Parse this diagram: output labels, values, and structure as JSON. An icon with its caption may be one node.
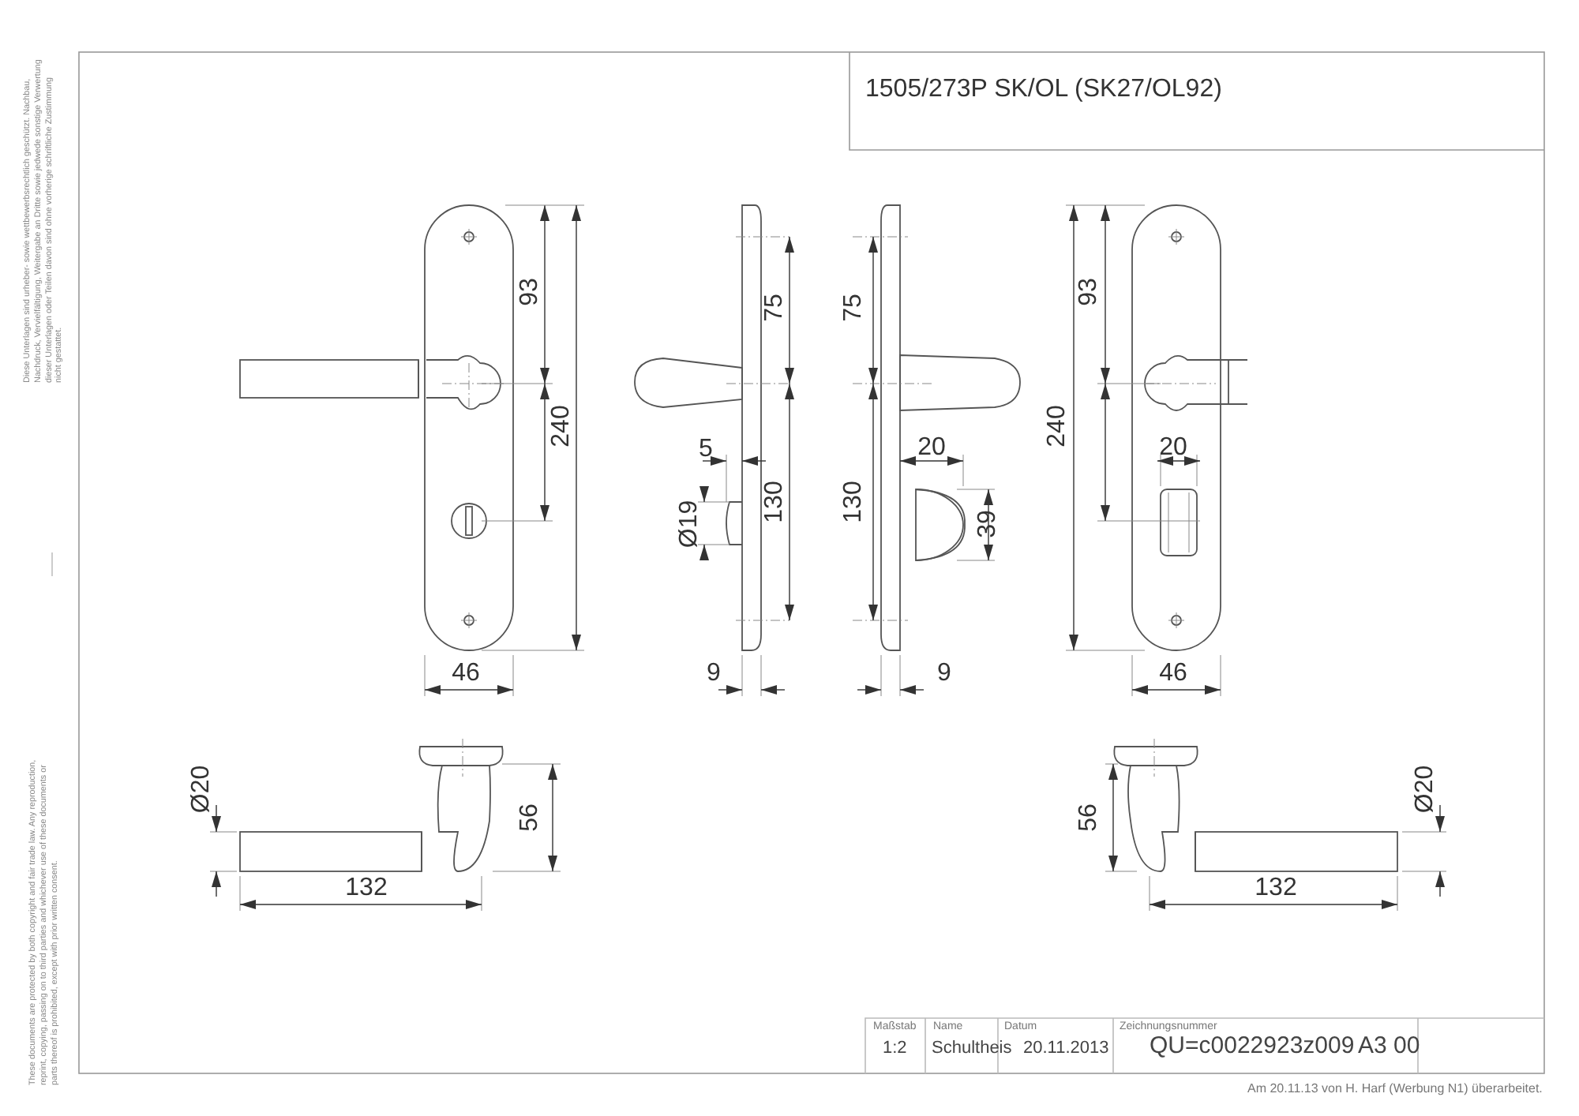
{
  "diagram": {
    "title": "1505/273P SK/OL (SK27/OL92)",
    "labels": [
      "Diese Unterlagen sind urheber- sowie wettbewerbsrechtlich geschützt. Nachbau, Nachdruck, Vervielfältigung, Weitergabe an Dritte sowie jedwede sonstige Verwertung dieser Unterlagen oder Teilen davon sind ohne vorherige schriftliche Zustimmung nicht gestattet.",
      "These documents are protected by both copyright and fair trade law. Any reproduction, reprint, copying, passing on to third parties and whichever use of these documents or parts thereof is prohibited, except with prior written consent.",
      "93",
      "240",
      "46",
      "75",
      "5",
      "Ø19",
      "130",
      "9",
      "75",
      "130",
      "20",
      "39",
      "9",
      "240",
      "93",
      "20",
      "46",
      "Ø20",
      "56",
      "132",
      "56",
      "Ø20",
      "132",
      "Maßstab",
      "Name",
      "Datum",
      "Zeichnungsnummer",
      "1:2",
      "Schultheis",
      "20.11.2013",
      "QU=c0022923z009",
      "A3 00",
      "Am 20.11.13 von H. Harf (Werbung N1) überarbeitet."
    ]
  }
}
